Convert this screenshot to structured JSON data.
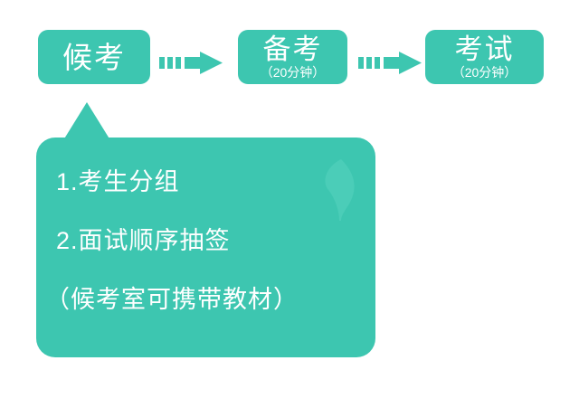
{
  "meta": {
    "background_color": "#ffffff",
    "accent_color": "#3dc6b0",
    "text_color": "#ffffff"
  },
  "flow": {
    "steps": [
      {
        "title": "候考",
        "subtitle": ""
      },
      {
        "title": "备考",
        "subtitle": "（20分钟）"
      },
      {
        "title": "考试",
        "subtitle": "（20分钟）"
      }
    ],
    "connectors": [
      {
        "name": "dashed-arrow-right"
      },
      {
        "name": "dashed-arrow-right"
      }
    ]
  },
  "callout": {
    "points_to": "候考",
    "lines": [
      "1.考生分组",
      "2.面试顺序抽签",
      "（候考室可携带教材）"
    ],
    "watermark": "leaf-watermark"
  }
}
